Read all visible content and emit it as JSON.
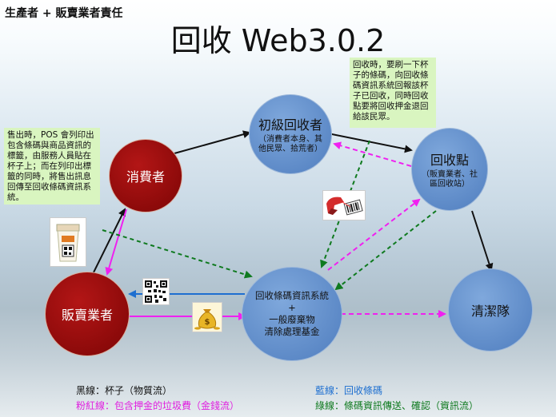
{
  "header": {
    "top_label": "生產者 + 販賣業者責任",
    "title": "回收 Web3.0.2"
  },
  "notes": {
    "right": "回收時，要刷一下杯子的條碼，向回收條碼資訊系統回報該杯子已回收，同時回收點要將回收押金退回給該民眾。",
    "left": "售出時，POS 會列印出包含條碼與商品資訊的標籤，由服務人員貼在杯子上；而在列印出標籤的同時，將售出訊息回傳至回收條碼資訊系統。"
  },
  "nodes": {
    "consumer": "消費者",
    "primary_collector": {
      "title": "初級回收者",
      "sub": "（消費者本身、其他民眾、拾荒者）"
    },
    "recycle_point": {
      "title": "回收點",
      "sub": "（販賣業者、社區回收站）"
    },
    "seller": "販賣業者",
    "system": {
      "line1": "回收條碼資訊系統",
      "line2": "+",
      "line3": "一般廢棄物",
      "line4": "清除處理基金"
    },
    "cleaning_team": "清潔隊"
  },
  "legend": {
    "black": "黑線：杯子（物質流）",
    "pink": "粉紅線：包含押金的垃圾費（金錢流）",
    "blue": "藍線：回收條碼",
    "green": "綠線：條碼資訊傳送、確認（資訊流）"
  },
  "colors": {
    "black_line": "#111111",
    "pink_line": "#f020f0",
    "blue_line": "#1e6fd0",
    "green_line": "#0f7a1f",
    "node_red": "#8d0a0a",
    "node_blue": "#5b88c6",
    "note_bg": "#d9f5c0"
  },
  "icons": [
    "cup-icon",
    "qr-code-icon",
    "money-bag-icon",
    "scanner-icon"
  ]
}
